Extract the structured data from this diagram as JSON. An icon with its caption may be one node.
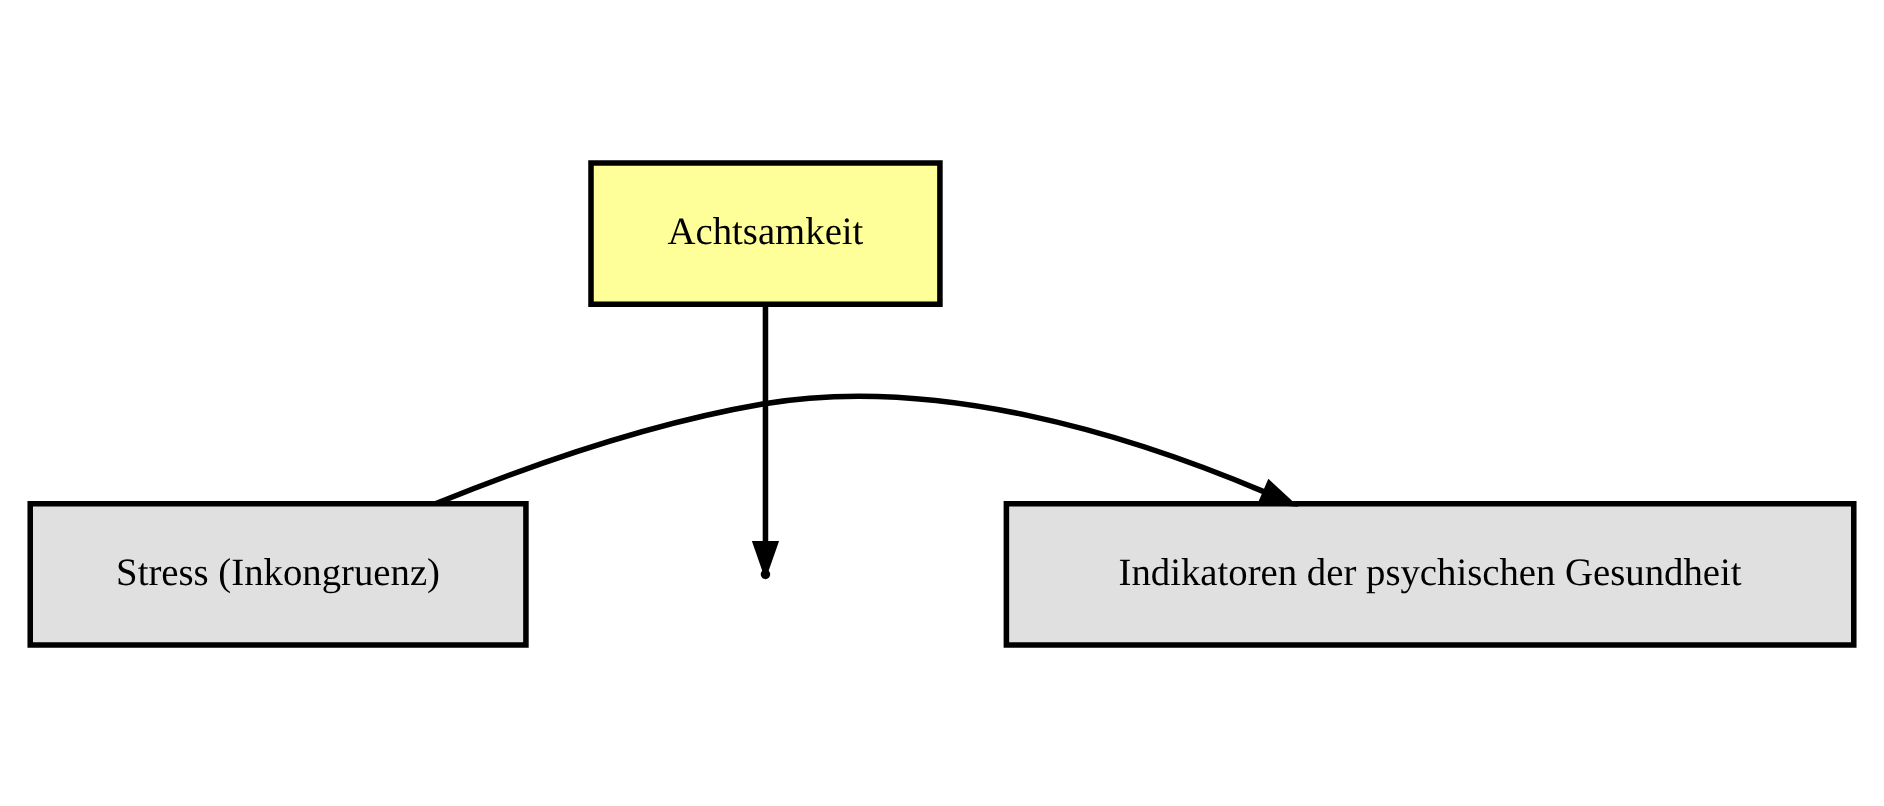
{
  "diagram": {
    "nodes": [
      {
        "text": [
          "Achtsamkeit"
        ]
      },
      {
        "text": [
          "Stress (Inkongruenz)"
        ]
      },
      {
        "text": [
          "Indikatoren der psychischen Gesundheit"
        ]
      }
    ],
    "edges": [
      {
        "from": 1,
        "to": 2,
        "arrow": "to"
      },
      {
        "from": 0,
        "to": null,
        "arrow": "to"
      }
    ]
  }
}
